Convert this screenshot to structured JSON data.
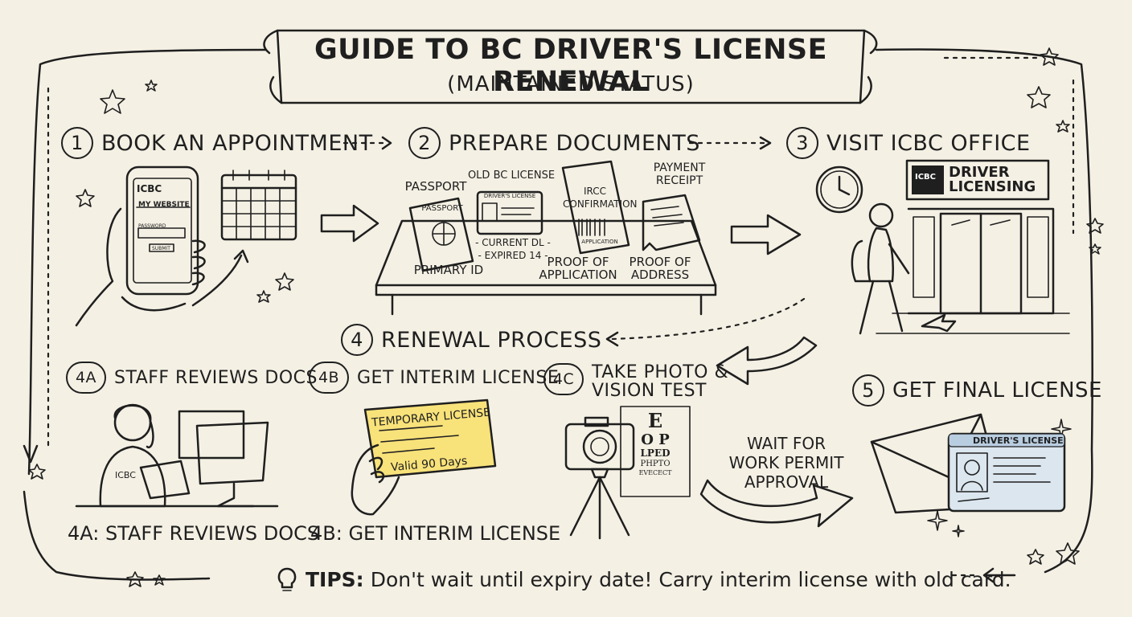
{
  "title": "GUIDE TO BC DRIVER'S LICENSE RENEWAL",
  "subtitle": "(MAINTAINED STATUS)",
  "steps": {
    "s1": {
      "num": "1",
      "label": "BOOK AN APPOINTMENT"
    },
    "s2": {
      "num": "2",
      "label": "PREPARE DOCUMENTS"
    },
    "s3": {
      "num": "3",
      "label": "VISIT ICBC OFFICE"
    },
    "s4": {
      "num": "4",
      "label": "RENEWAL PROCESS"
    },
    "s4a": {
      "num": "4A",
      "label": "STAFF REVIEWS DOCS"
    },
    "s4b": {
      "num": "4B",
      "label": "GET INTERIM LICENSE"
    },
    "s4c": {
      "num": "4C",
      "label": "TAKE PHOTO &",
      "label2": "VISION TEST"
    },
    "s5": {
      "num": "5",
      "label": "GET FINAL LICENSE"
    }
  },
  "phone": {
    "brand": "ICBC",
    "site": "MY WEBSITE",
    "field": "PASSWORD",
    "button": "SUBMIT"
  },
  "documents": {
    "passport_tag": "PASSPORT",
    "passport_cover": "PASSPORT",
    "primary_id": "PRIMARY ID",
    "old_license": "OLD BC LICENSE",
    "old_card_header": "DRIVER'S LICENSE",
    "current_dl": "- CURRENT DL -",
    "expired": "- EXPIRED 14 -",
    "irc_title1": "IRCC",
    "irc_title2": "CONFIRMATION",
    "irc_footer": "APPLICATION",
    "proof_app1": "PROOF OF",
    "proof_app2": "APPLICATION",
    "payment1": "PAYMENT",
    "payment2": "RECEIPT",
    "proof_addr1": "PROOF OF",
    "proof_addr2": "ADDRESS"
  },
  "office_sign": {
    "logo": "ICBC",
    "line1": "DRIVER",
    "line2": "LICENSING"
  },
  "staff_badge": "ICBC",
  "interim_card": {
    "title": "TEMPORARY LICENSE",
    "validity": "Valid 90 Days"
  },
  "eye_chart": [
    "E",
    "O P",
    "LPED",
    "PHPTO",
    "EVECECT"
  ],
  "wait_note": [
    "WAIT FOR",
    "WORK PERMIT",
    "APPROVAL"
  ],
  "final_card": {
    "header": "DRIVER'S LICENSE"
  },
  "captions": {
    "c4a": "4A: STAFF REVIEWS DOCS",
    "c4b": "4B: GET INTERIM LICENSE"
  },
  "tips": {
    "label": "TIPS:",
    "text": "Don't wait until expiry date! Carry interim license with old card."
  },
  "icons": [
    "phone-icon",
    "calendar-icon",
    "passport-icon",
    "license-card-icon",
    "document-icon",
    "receipt-icon",
    "clock-icon",
    "person-walking-icon",
    "door-icon",
    "staff-icon",
    "computer-icon",
    "camera-icon",
    "tripod-icon",
    "eye-chart-icon",
    "envelope-icon",
    "lightbulb-icon",
    "star-icon",
    "arrow-icon"
  ]
}
